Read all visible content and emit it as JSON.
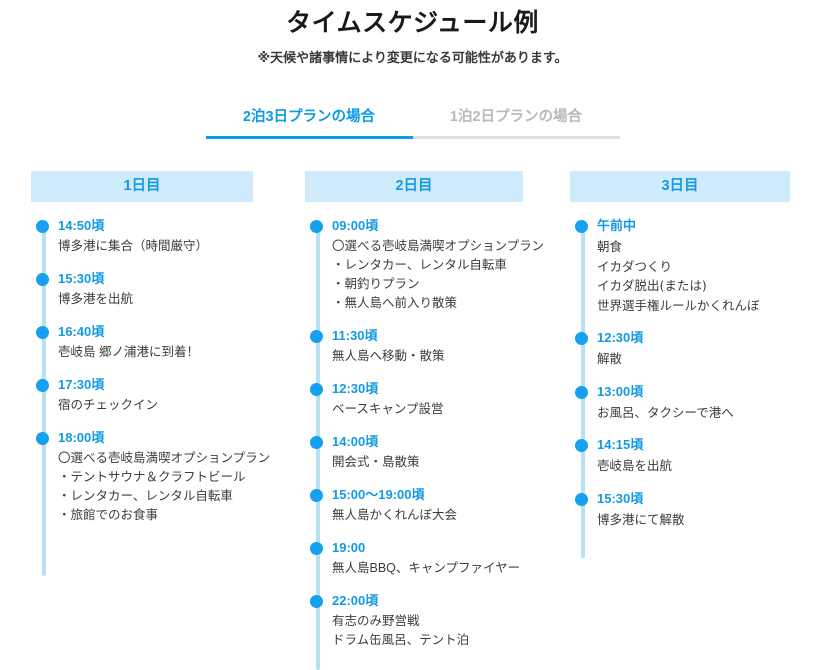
{
  "header": {
    "title": "タイムスケジュール例",
    "subtitle": "※天候や諸事情により変更になる可能性があります。"
  },
  "tabs": [
    {
      "label": "2泊3日プランの場合",
      "active": true
    },
    {
      "label": "1泊2日プランの場合",
      "active": false
    }
  ],
  "colors": {
    "accent_blue": "#15a0f0",
    "tab_active_text": "#0d9ae4",
    "tab_active_underline": "#0b9fe8",
    "tab_inactive_text": "#b9b9b9",
    "tab_inactive_underline": "#dddddd",
    "day_head_bg": "#cfeafb",
    "day_head_text": "#159ae0",
    "timeline_line": "#b8e0f5",
    "body_text": "#3c3c3c",
    "title_text": "#1a1a1a"
  },
  "days": [
    {
      "heading": "1日目",
      "items": [
        {
          "time": "14:50頃",
          "lines": [
            "博多港に集合（時間厳守）"
          ]
        },
        {
          "time": "15:30頃",
          "lines": [
            "博多港を出航"
          ]
        },
        {
          "time": "16:40頃",
          "lines": [
            "壱岐島 郷ノ浦港に到着！"
          ]
        },
        {
          "time": "17:30頃",
          "lines": [
            "宿のチェックイン"
          ]
        },
        {
          "time": "18:00頃",
          "lines": [
            "〇選べる壱岐島満喫オプションプラン",
            "・テントサウナ＆クラフトビール",
            "・レンタカー、レンタル自転車",
            "・旅館でのお食事"
          ]
        }
      ]
    },
    {
      "heading": "2日目",
      "items": [
        {
          "time": "09:00頃",
          "lines": [
            "〇選べる壱岐島満喫オプションプラン",
            "・レンタカー、レンタル自転車",
            "・朝釣りプラン",
            "・無人島へ前入り散策"
          ]
        },
        {
          "time": "11:30頃",
          "lines": [
            "無人島へ移動・散策"
          ]
        },
        {
          "time": "12:30頃",
          "lines": [
            "ベースキャンプ設営"
          ]
        },
        {
          "time": "14:00頃",
          "lines": [
            "開会式・島散策"
          ]
        },
        {
          "time": "15:00〜19:00頃",
          "lines": [
            "無人島かくれんぼ大会"
          ]
        },
        {
          "time": "19:00",
          "lines": [
            "無人島BBQ、キャンプファイヤー"
          ]
        },
        {
          "time": "22:00頃",
          "lines": [
            "有志のみ野営戦",
            "ドラム缶風呂、テント泊"
          ]
        }
      ]
    },
    {
      "heading": "3日目",
      "items": [
        {
          "time": "午前中",
          "lines": [
            "朝食",
            "イカダつくり",
            "イカダ脱出(または)",
            "世界選手権ルールかくれんぼ"
          ]
        },
        {
          "time": "12:30頃",
          "lines": [
            "解散"
          ]
        },
        {
          "time": "13:00頃",
          "lines": [
            "お風呂、タクシーで港へ"
          ]
        },
        {
          "time": "14:15頃",
          "lines": [
            "壱岐島を出航"
          ]
        },
        {
          "time": "15:30頃",
          "lines": [
            "博多港にて解散"
          ]
        }
      ]
    }
  ]
}
